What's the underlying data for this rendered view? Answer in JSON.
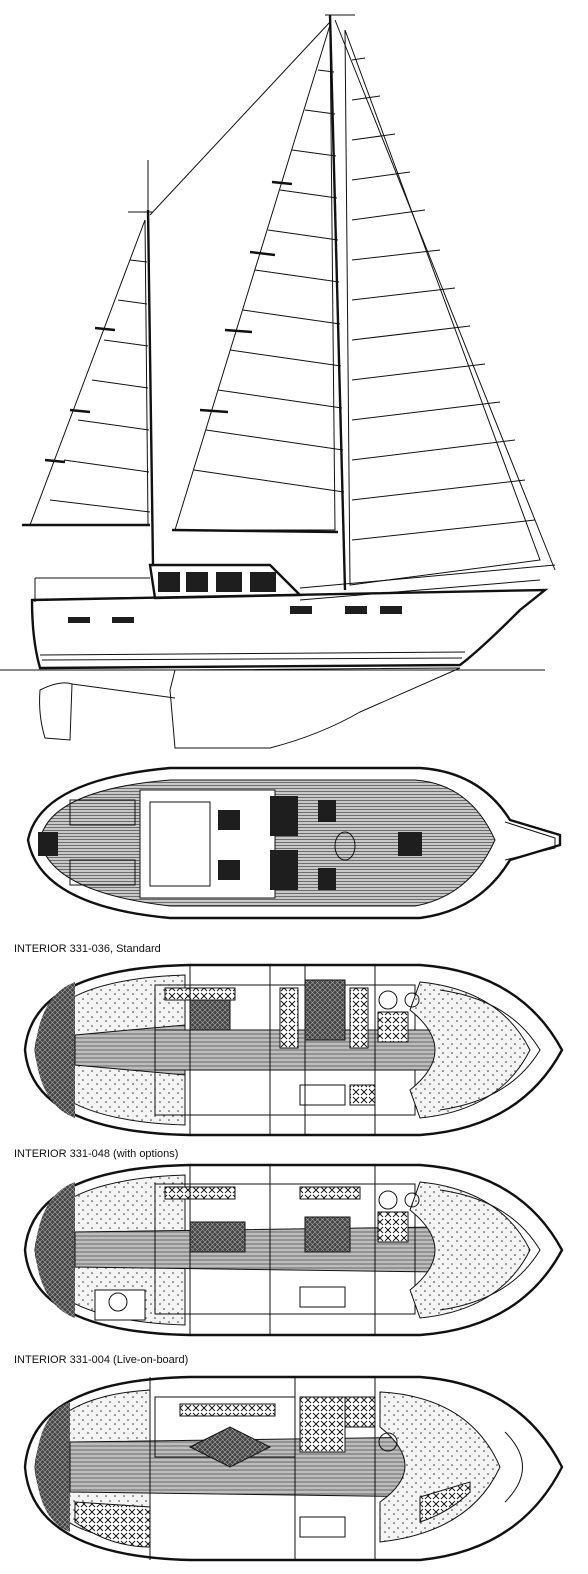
{
  "colors": {
    "ink": "#111111",
    "paper": "#ffffff",
    "dot_fill": "#f2f2f2",
    "dark_panel": "#1e1e1e",
    "sole_gray": "#9a9a9a"
  },
  "layouts": [
    {
      "id": "standard",
      "label": "INTERIOR 331-036, Standard"
    },
    {
      "id": "options",
      "label": "INTERIOR 331-048 (with options)"
    },
    {
      "id": "liveaboard",
      "label": "INTERIOR 331-004 (Live-on-board)"
    }
  ]
}
